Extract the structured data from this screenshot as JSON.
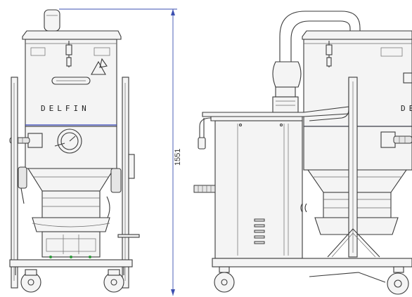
{
  "dimension": {
    "height_label": "1551"
  },
  "front_view": {
    "brand_label": "DELFIN"
  },
  "side_view": {
    "brand_label": "DE"
  }
}
